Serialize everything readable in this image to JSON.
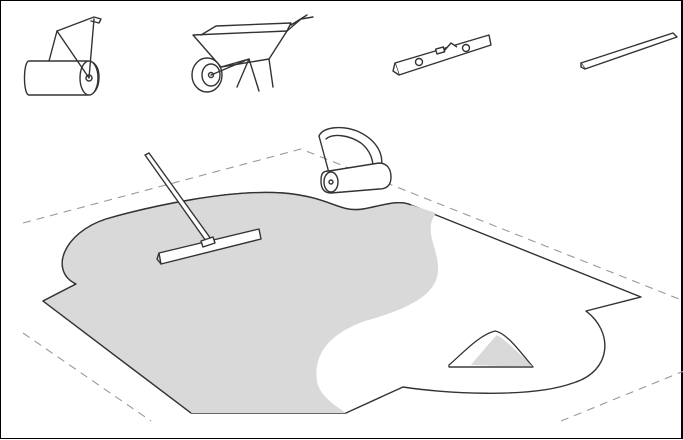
{
  "colors": {
    "stroke": "#333333",
    "fill_sand": "#d9d9d9",
    "background": "#ffffff",
    "dashed_border": "#999999"
  },
  "tools_row": [
    {
      "name": "lawn-roller-icon"
    },
    {
      "name": "wheelbarrow-icon"
    },
    {
      "name": "spirit-level-icon"
    },
    {
      "name": "straight-edge-board-icon"
    }
  ],
  "scene": {
    "items": [
      "lawn-roller",
      "rake-leveller",
      "sand-pile",
      "patio-area"
    ]
  }
}
